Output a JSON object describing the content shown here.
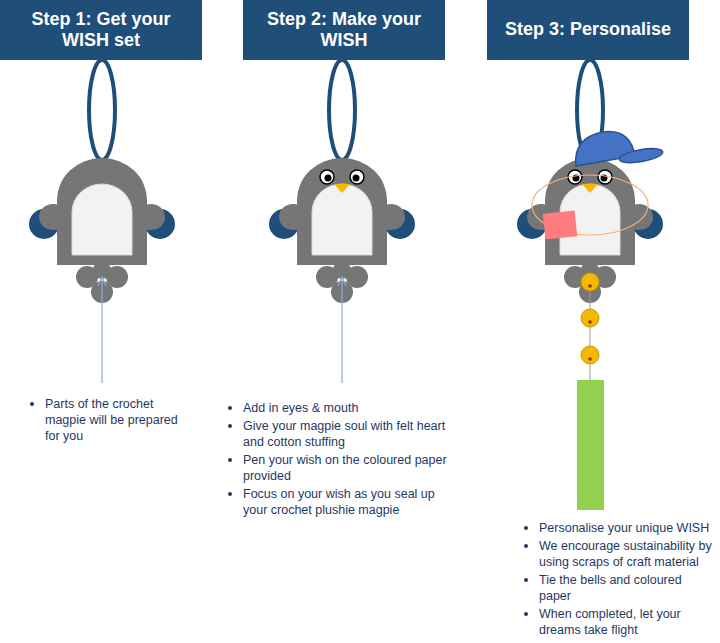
{
  "diagram": {
    "nodes": [
      {
        "text": [
          "Step 1: Get your WISH set"
        ]
      },
      {
        "text": [
          "Step 2: Make your WISH"
        ]
      },
      {
        "text": [
          "Step 3: Personalise"
        ]
      }
    ],
    "labels": [
      "Parts of the crochet magpie will be prepared for you",
      "Add in eyes & mouth",
      "Give your magpie soul with felt heart and cotton stuffing",
      "Pen your wish on the coloured paper provided",
      "Focus on your wish as you seal up your crochet plushie magpie",
      "Personalise your unique WISH",
      "We encourage sustainability by using scraps of craft material",
      "Tie the bells and coloured paper",
      "When completed, let your dreams take flight"
    ]
  }
}
